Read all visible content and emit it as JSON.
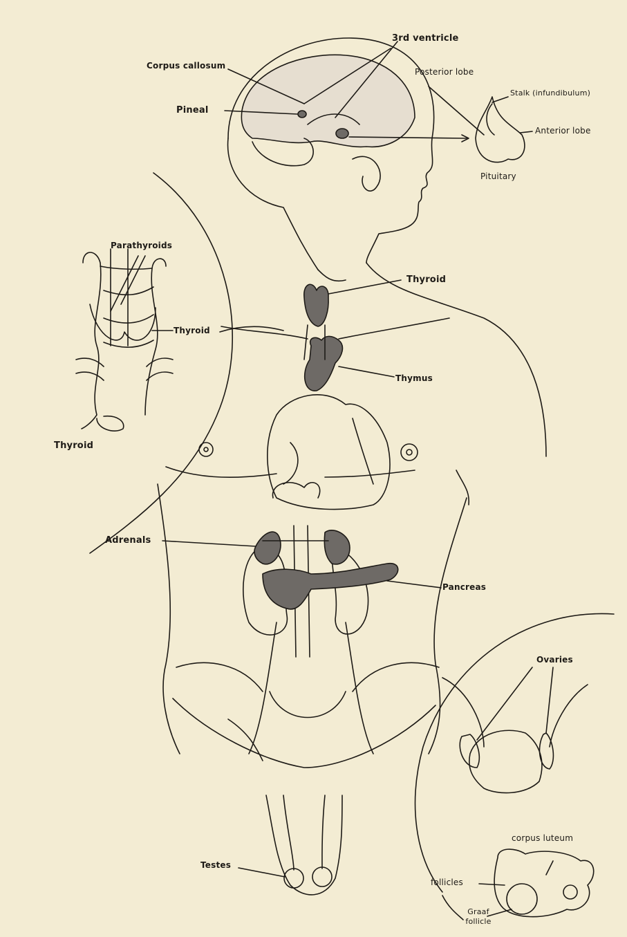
{
  "labels": {
    "third_ventricle": "3rd ventricle",
    "corpus_callosum": "Corpus callosum",
    "pineal": "Pineal",
    "posterior_lobe": "Posterior lobe",
    "stalk": "Stalk (infundibulum)",
    "anterior_lobe": "Anterior lobe",
    "pituitary": "Pituitary",
    "parathyroids": "Parathyroids",
    "thyroid_inset_label": "Thyroid",
    "thyroid_inset_caption": "Thyroid",
    "thyroid_main": "Thyroid",
    "thymus": "Thymus",
    "adrenals": "Adrenals",
    "pancreas": "Pancreas",
    "ovaries": "Ovaries",
    "corpus_luteum": "corpus luteum",
    "follicles": "follicles",
    "graaf_follicle": "Graaf follicle",
    "testes": "Testes"
  },
  "colors": {
    "paper": "#f3ecd3",
    "ink": "#1d1a16",
    "gland_fill": "#6e6a66",
    "brain_fill": "#e6ded0"
  }
}
